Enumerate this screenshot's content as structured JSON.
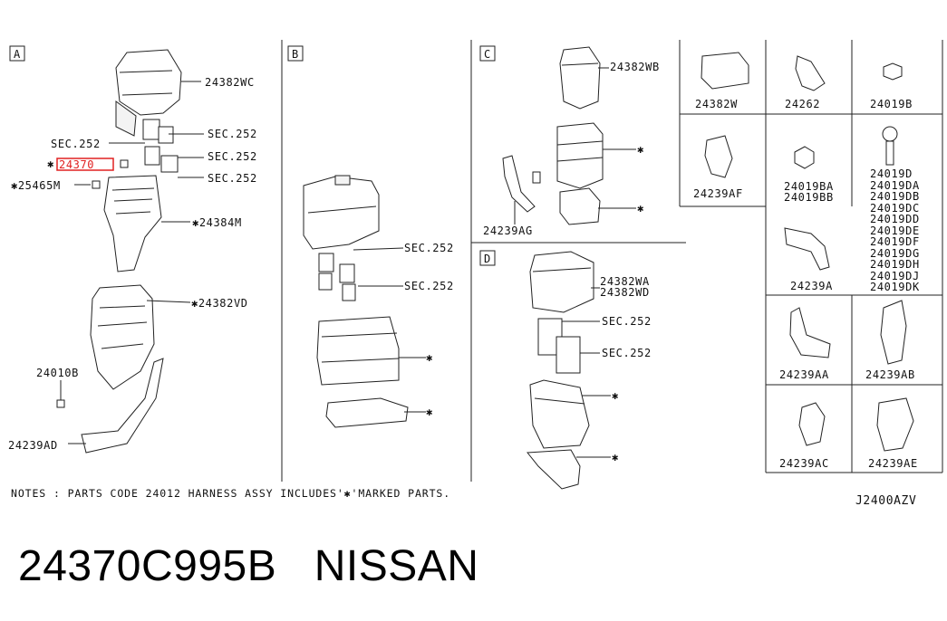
{
  "sections": {
    "a": "A",
    "b": "B",
    "c": "C",
    "d": "D"
  },
  "labels": {
    "p24382WC": "24382WC",
    "sec_a1": "SEC.252",
    "sec_a2": "SEC.252",
    "sec_a3": "SEC.252",
    "sec_a4": "SEC.252",
    "p24370_star": "✱",
    "p24370": "24370",
    "p25465M": "✱25465M",
    "p24384M": "✱24384M",
    "p24382VD": "✱24382VD",
    "p24010B": "24010B",
    "p24239AD": "24239AD",
    "sec_b1": "SEC.252",
    "sec_b2": "SEC.252",
    "star_b1": "✱",
    "star_b2": "✱",
    "p24382WB": "24382WB",
    "star_c1": "✱",
    "star_c2": "✱",
    "p24239AG": "24239AG",
    "p24382WA": "24382WA",
    "p24382WD": "24382WD",
    "sec_d1": "SEC.252",
    "sec_d2": "SEC.252",
    "star_d1": "✱",
    "star_d2": "✱",
    "p24382W": "24382W",
    "p24262": "24262",
    "p24019B": "24019B",
    "p24239AF": "24239AF",
    "p24019BA": "24019BA",
    "p24019BB": "24019BB",
    "p24019_list": [
      "24019D",
      "24019DA",
      "24019DB",
      "24019DC",
      "24019DD",
      "24019DE",
      "24019DF",
      "24019DG",
      "24019DH",
      "24019DJ",
      "24019DK"
    ],
    "p24239A": "24239A",
    "p24239AA": "24239AA",
    "p24239AB": "24239AB",
    "p24239AC": "24239AC",
    "p24239AE": "24239AE"
  },
  "notes": "NOTES : PARTS CODE 24012 HARNESS ASSY INCLUDES'✱'MARKED PARTS.",
  "diagram_id": "J2400AZV",
  "caption": "24370C995B   NISSAN"
}
